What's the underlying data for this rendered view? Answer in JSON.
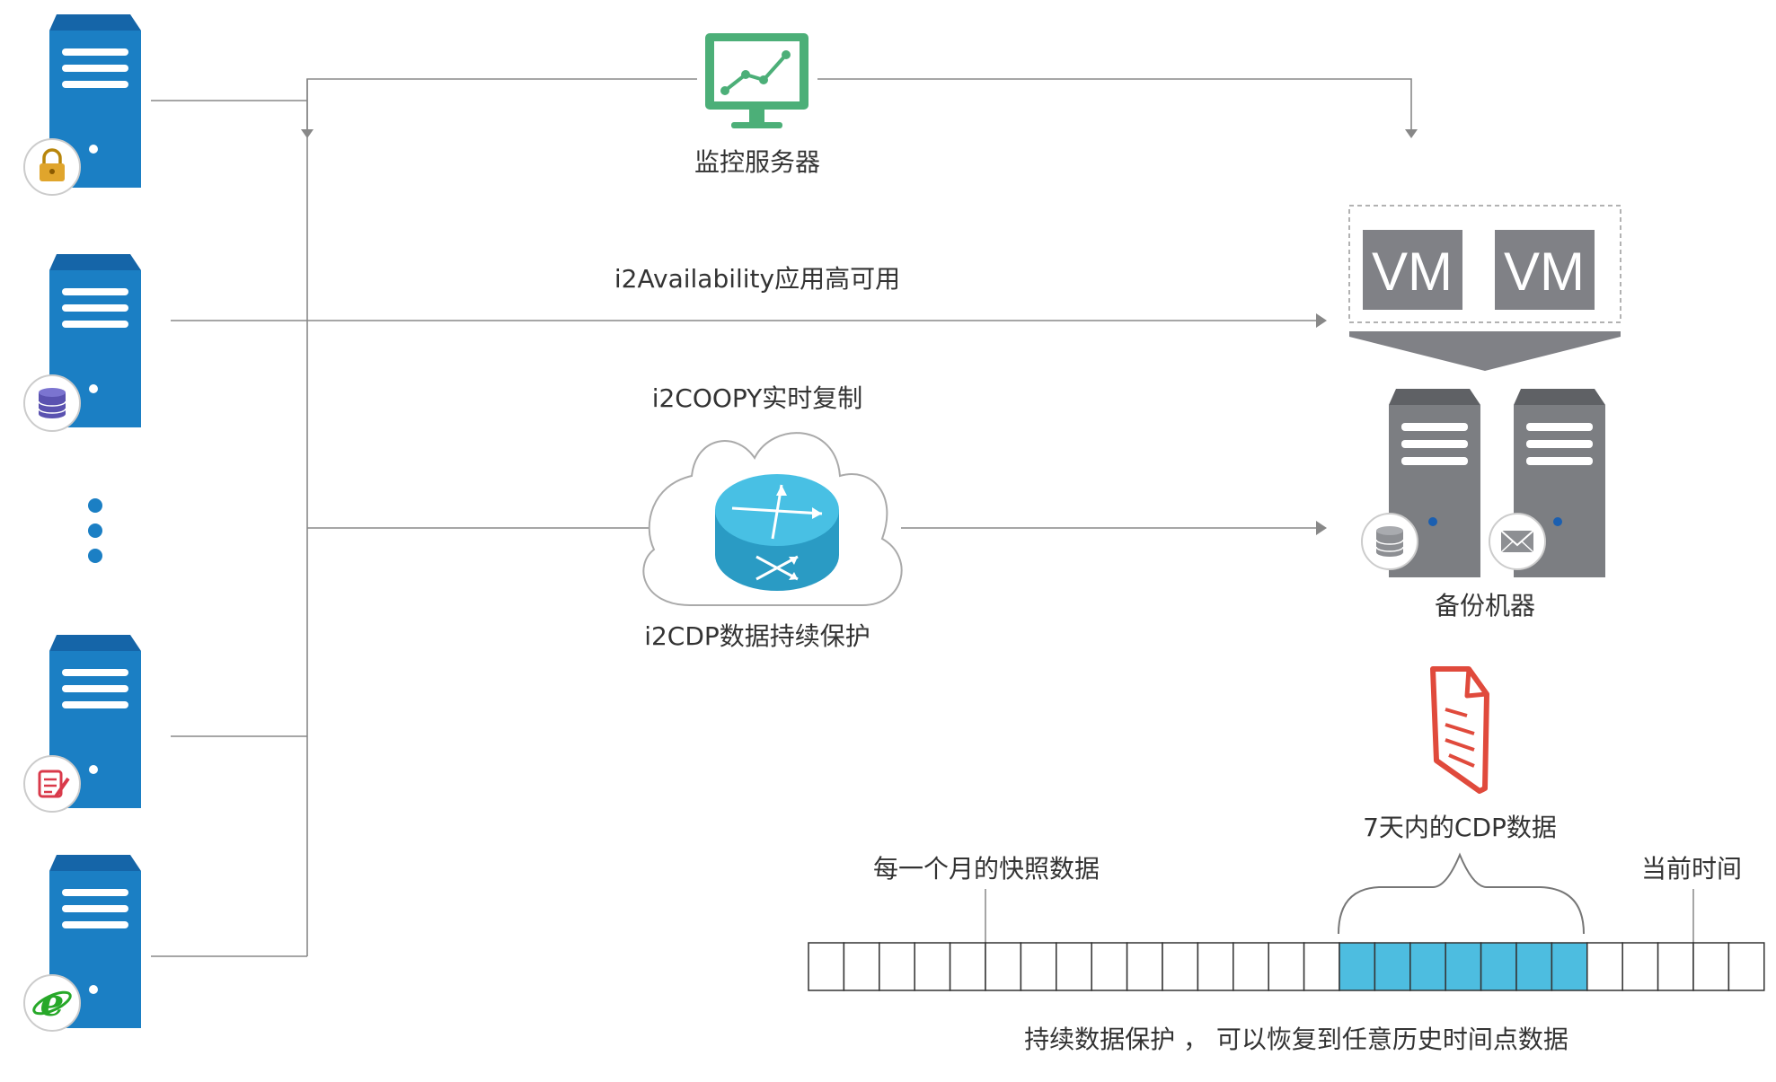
{
  "labels": {
    "monitor_server": "监控服务器",
    "i2availability": "i2Availability应用高可用",
    "i2coopy": "i2COOPY实时复制",
    "i2cdp": "i2CDP数据持续保护",
    "backup_machine": "备份机器",
    "cdp_7days": "7天内的CDP数据",
    "monthly_snapshot": "每一个月的快照数据",
    "current_time": "当前时间",
    "footer": "持续数据保护 ， 可以恢复到任意历史时间点数据"
  },
  "vm_labels": [
    "VM",
    "VM"
  ],
  "source_servers": [
    {
      "badge": "lock-icon"
    },
    {
      "badge": "database-icon"
    },
    {
      "badge": "document-edit-icon"
    },
    {
      "badge": "ie-browser-icon"
    }
  ],
  "backup_servers": [
    {
      "badge": "database-icon"
    },
    {
      "badge": "mail-icon"
    }
  ],
  "timeline": {
    "total_segments": 27,
    "cdp_segments": [
      15,
      16,
      17,
      18,
      19,
      20,
      21
    ],
    "snapshot_marker_segment": 5,
    "current_marker_segment": 25
  },
  "colors": {
    "server_blue": "#1b7fc4",
    "server_gray": "#7c7e82",
    "vm_gray": "#808186",
    "monitor_green": "#4caf78",
    "router_blue": "#3bb6dd",
    "cdp_blue": "#4dbde0",
    "doc_red": "#e04a3c",
    "line_gray": "#888888"
  }
}
